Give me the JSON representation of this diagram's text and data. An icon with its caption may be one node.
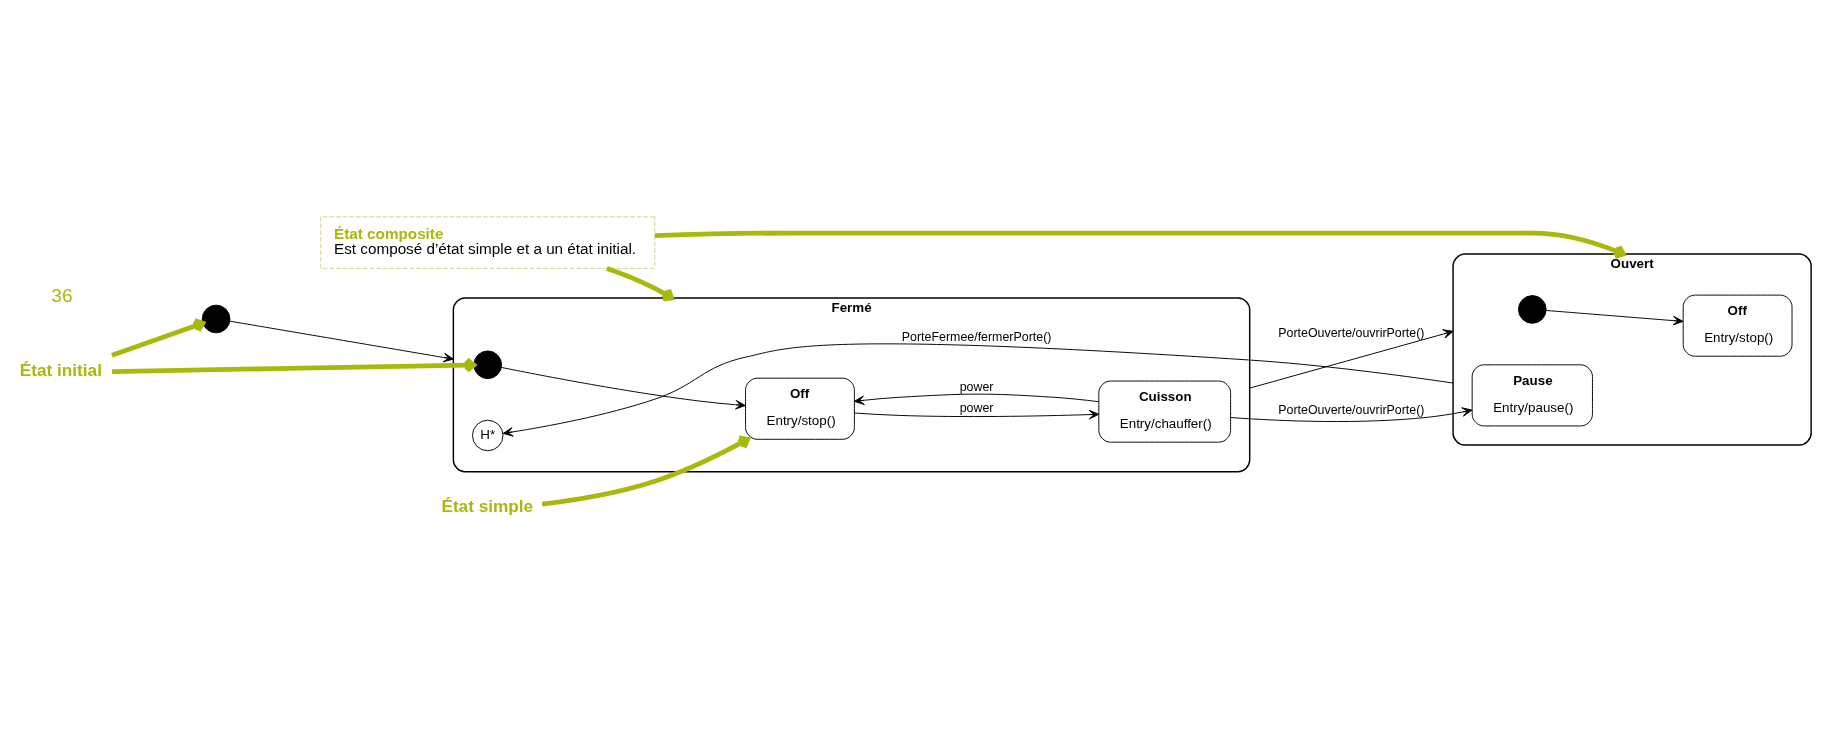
{
  "diagram": {
    "nodes": [
      {
        "text": [
          "État initial"
        ]
      },
      {
        "text": [],
        "shape": "circle"
      },
      {
        "text": [
          "Fermé"
        ]
      },
      {
        "text": [],
        "shape": "circle",
        "in": 2
      },
      {
        "text": [
          "Off",
          "Entry/stop()"
        ],
        "in": 2
      },
      {
        "text": [
          "Cuisson",
          "Entry/chauffer()"
        ],
        "in": 2
      },
      {
        "text": [
          "H*"
        ],
        "in": 2
      },
      {
        "text": [
          "Ouvert"
        ]
      },
      {
        "text": [
          "Pause",
          "Entry/pause()"
        ],
        "in": 7
      },
      {
        "text": [],
        "shape": "circle",
        "in": 7
      },
      {
        "text": [
          "Off",
          "Entry/stop()"
        ],
        "in": 7
      },
      {
        "text": [
          "État simple"
        ]
      },
      {
        "text": [
          "État composite",
          "Est composé d’état simple et a un état initial."
        ]
      }
    ],
    "edges": [
      {
        "from": 1,
        "to": 2,
        "arrow": "to"
      },
      {
        "from": 3,
        "to": 4,
        "arrow": "to"
      },
      {
        "from": 4,
        "to": 5,
        "arrow": "to",
        "label": "power"
      },
      {
        "from": 5,
        "to": 4,
        "arrow": "to",
        "label": "power"
      },
      {
        "from": 2,
        "to": 7,
        "arrow": "to",
        "label": "PorteOuverte/ouvrirPorte()"
      },
      {
        "from": 5,
        "to": 8,
        "arrow": "to",
        "label": "PorteOuverte/ouvrirPorte()"
      },
      {
        "from": 7,
        "to": 6,
        "arrow": "to",
        "label": "PorteFermee/fermerPorte()"
      },
      {
        "from": 9,
        "to": 10,
        "arrow": "to"
      },
      {
        "from": 0,
        "to": 1,
        "arrow": "to",
        "style": "thick",
        "color": "#a8b90c"
      },
      {
        "from": 0,
        "to": 3,
        "arrow": "to",
        "style": "thick",
        "color": "#a8b90c"
      },
      {
        "from": 11,
        "to": 4,
        "arrow": "to",
        "style": "thick",
        "color": "#a8b90c"
      },
      {
        "from": 12,
        "to": 2,
        "arrow": "to",
        "style": "thick",
        "color": "#a8b90c"
      },
      {
        "from": 12,
        "to": 7,
        "arrow": "to",
        "style": "thick",
        "color": "#a8b90c"
      }
    ],
    "labels": [
      "36"
    ]
  }
}
